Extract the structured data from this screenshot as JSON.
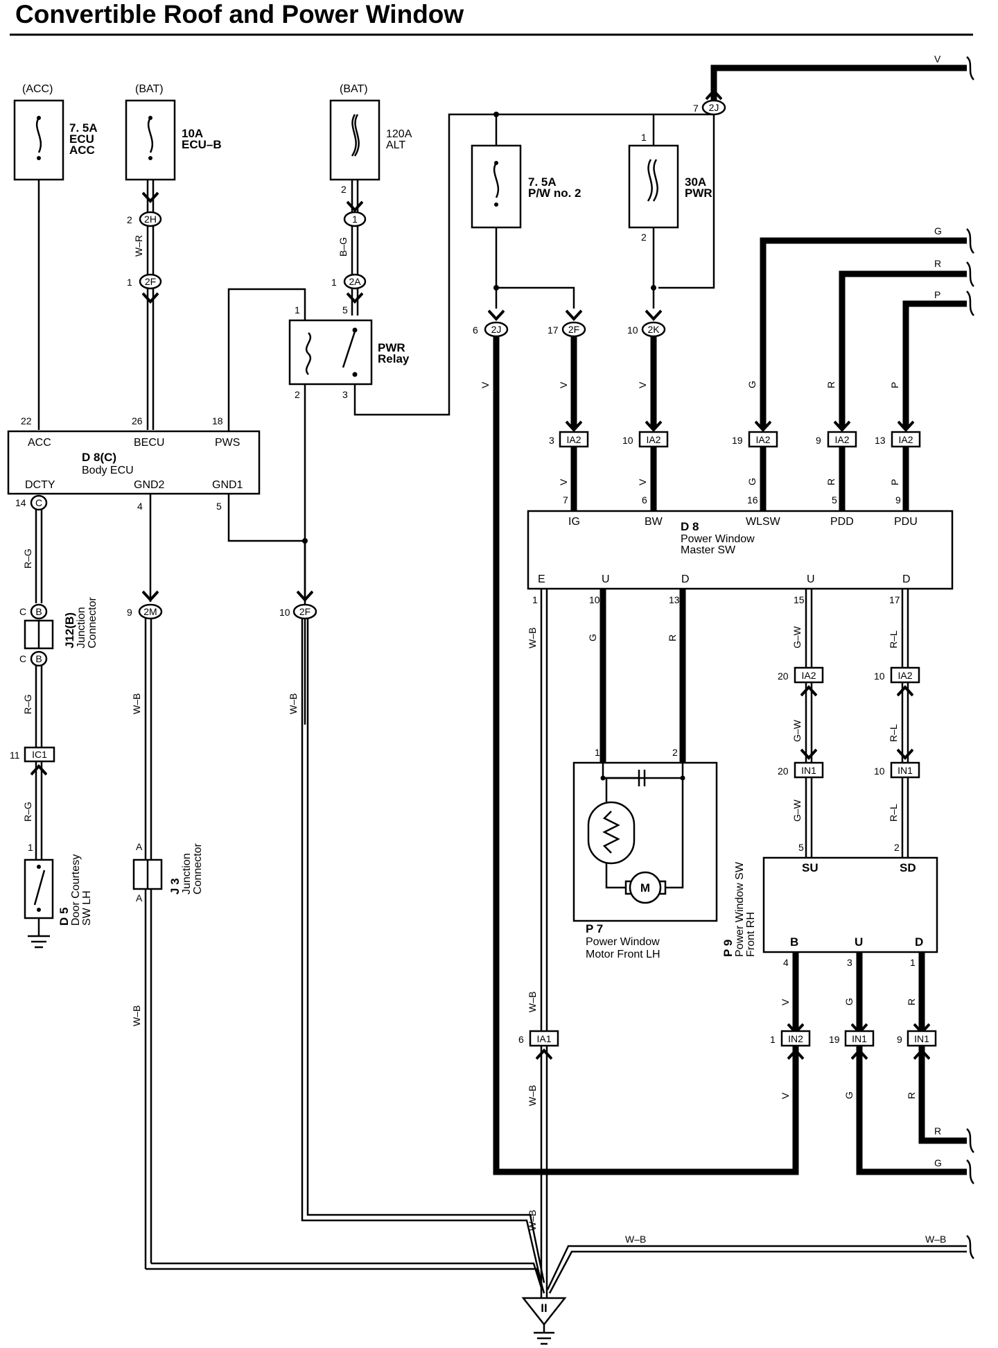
{
  "title": "Convertible Roof and Power Window",
  "power_sources": {
    "acc": "(ACC)",
    "bat1": "(BAT)",
    "bat2": "(BAT)"
  },
  "fuses": {
    "ecu_acc": {
      "rating": "7. 5A",
      "line1": "ECU",
      "line2": "ACC"
    },
    "ecu_b": {
      "rating": "10A",
      "line1": "ECU–B"
    },
    "alt": {
      "rating": "120A",
      "line1": "ALT"
    },
    "pw2": {
      "rating": "7. 5A",
      "line1": "P/W no. 2"
    },
    "pwr": {
      "rating": "30A",
      "line1": "PWR"
    }
  },
  "relay": {
    "line1": "PWR",
    "line2": "Relay"
  },
  "body_ecu": {
    "code": "D 8(C)",
    "name": "Body ECU",
    "pins_top": [
      "ACC",
      "BECU",
      "PWS"
    ],
    "pins_bottom": [
      "DCTY",
      "GND2",
      "GND1"
    ]
  },
  "master_sw": {
    "code": "D 8",
    "line1": "Power Window",
    "line2": "Master SW",
    "pins_top": [
      "IG",
      "BW",
      "WLSW",
      "PDD",
      "PDU"
    ],
    "pins_bottom": [
      "E",
      "U",
      "D",
      "U",
      "D"
    ]
  },
  "motor": {
    "code": "P 7",
    "line1": "Power Window",
    "line2": "Motor Front LH",
    "symbol": "M"
  },
  "front_rh_sw": {
    "code": "P 9",
    "line1": "Power Window SW",
    "line2": "Front RH",
    "pins_top": [
      "SU",
      "SD"
    ],
    "pins_bottom": [
      "B",
      "U",
      "D"
    ]
  },
  "j12": {
    "line1": "J12(B)",
    "line2": "Junction",
    "line3": "Connector",
    "pin": "C",
    "letter": "B"
  },
  "j3": {
    "line1": "J 3",
    "line2": "Junction",
    "line3": "Connector",
    "pin": "A"
  },
  "d5": {
    "line1": "D 5",
    "line2": "Door Courtesy",
    "line3": "SW LH"
  },
  "ground": {
    "symbol": "II"
  },
  "connectors": {
    "c2H": "2H",
    "c2F": "2F",
    "c1": "1",
    "c2A": "2A",
    "c2J": "2J",
    "c2K": "2K",
    "c2M": "2M",
    "cIA2": "IA2",
    "cIN1": "IN1",
    "cIN2": "IN2",
    "cIA1": "IA1",
    "cIC1": "IC1",
    "cC": "C"
  },
  "wire_colors": {
    "V": "V",
    "G": "G",
    "R": "R",
    "P": "P",
    "WR": "W–R",
    "BG": "B–G",
    "RG": "R–G",
    "WB": "W–B",
    "GW": "G–W",
    "RL": "R–L"
  },
  "pin_numbers": [
    "22",
    "26",
    "18",
    "14",
    "4",
    "5",
    "2",
    "1",
    "2",
    "1",
    "1",
    "5",
    "2",
    "3",
    "6",
    "17",
    "10",
    "1",
    "2",
    "7",
    "3",
    "10",
    "19",
    "9",
    "13",
    "7",
    "6",
    "16",
    "5",
    "9",
    "1",
    "10",
    "13",
    "15",
    "17",
    "9",
    "10",
    "20",
    "10",
    "20",
    "10",
    "5",
    "2",
    "4",
    "3",
    "1",
    "1",
    "19",
    "9",
    "6",
    "11",
    "1",
    "1",
    "2"
  ],
  "colors": {
    "wire": "#000000",
    "background": "#ffffff"
  }
}
